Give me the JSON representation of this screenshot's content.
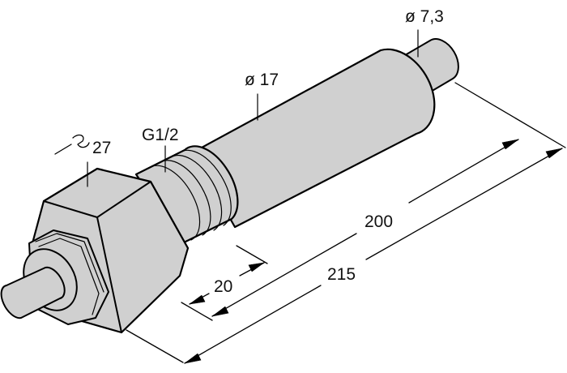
{
  "drawing": {
    "type": "dimension-drawing",
    "subject": "cylindrical sensor with hex nut and cable",
    "colors": {
      "body_fill": "#d0d0d0",
      "stroke": "#000000",
      "background": "#ffffff"
    },
    "labels": {
      "wrench_size": "27",
      "thread": "G1/2",
      "body_diameter": "ø 17",
      "cable_diameter": "ø 7,3",
      "length_200": "200",
      "length_215": "215",
      "length_20": "20"
    },
    "icons": {
      "wrench": "wrench-icon"
    }
  }
}
